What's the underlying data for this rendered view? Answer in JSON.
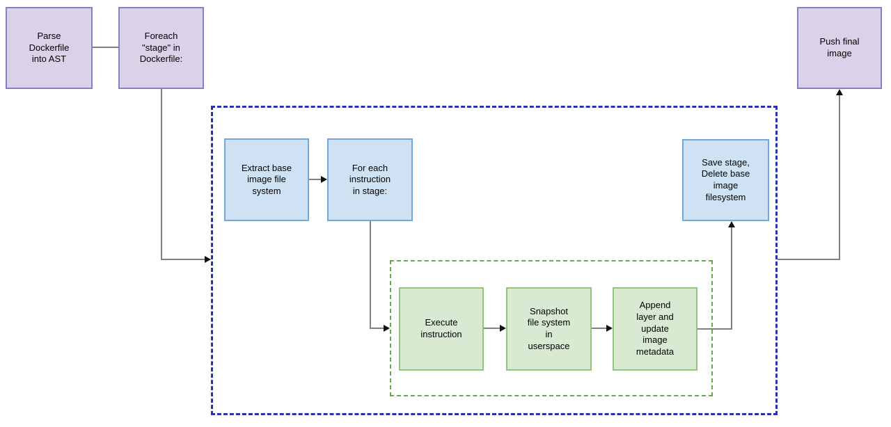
{
  "nodes": {
    "parse": {
      "label": "Parse\nDockerfile\ninto AST"
    },
    "foreach_stage": {
      "label": "Foreach\n\"stage\" in\nDockerfile:"
    },
    "extract_base": {
      "label": "Extract base\nimage file\nsystem"
    },
    "foreach_instruction": {
      "label": "For each\ninstruction\nin stage:"
    },
    "execute": {
      "label": "Execute\ninstruction"
    },
    "snapshot": {
      "label": "Snapshot\nfile system\nin\nuserspace"
    },
    "append_layer": {
      "label": "Append\nlayer and\nupdate\nimage\nmetadata"
    },
    "save_stage": {
      "label": "Save stage,\nDelete base\nimage\nfilesystem"
    },
    "push_final": {
      "label": "Push final\nimage"
    }
  },
  "colors": {
    "purple_fill": "#d9d2e9",
    "purple_border": "#8e7cc3",
    "blue_fill": "#cfe2f3",
    "blue_border": "#6fa8dc",
    "green_fill": "#d9ead3",
    "green_border": "#93c47d",
    "stage_loop_border": "#2b32b2",
    "instruction_loop_border": "#6aa84f",
    "connector": "#808080",
    "arrowhead": "#111111",
    "text": "#000000"
  }
}
